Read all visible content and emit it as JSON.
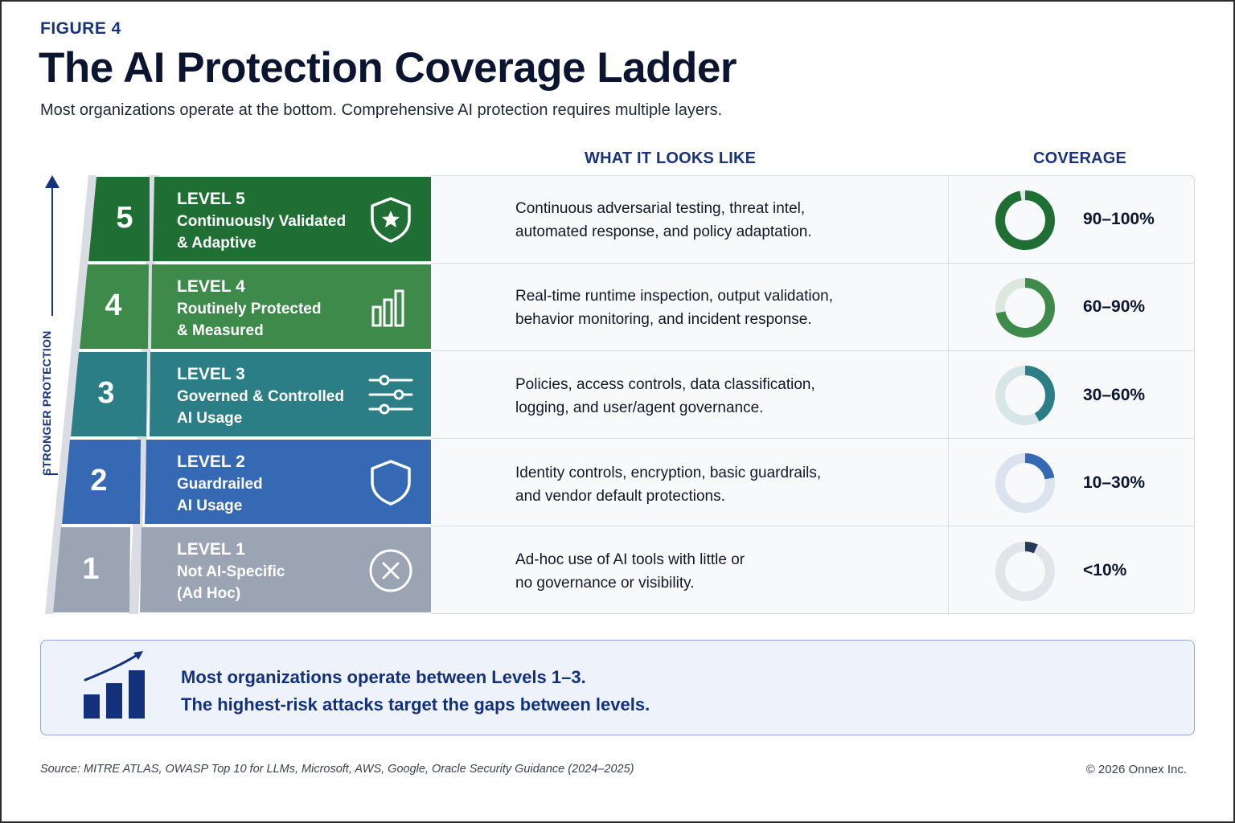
{
  "figure_label": "FIGURE 4",
  "title": "The AI Protection Coverage Ladder",
  "subtitle": "Most organizations operate at the bottom. Comprehensive AI protection requires multiple layers.",
  "axis_label": "STRONGER PROTECTION",
  "columns": {
    "what": "WHAT IT LOOKS LIKE",
    "coverage": "COVERAGE"
  },
  "levels": [
    {
      "number": "5",
      "id": "LEVEL 5",
      "name_line1": "Continuously Validated",
      "name_line2": "& Adaptive",
      "icon": "star-shield-icon",
      "desc_line1": "Continuous adversarial testing, threat intel,",
      "desc_line2": "automated response, and policy adaptation.",
      "coverage": "90–100%",
      "coverage_fraction": 0.97,
      "color": "#1f6f35",
      "track": "#dfe9e2"
    },
    {
      "number": "4",
      "id": "LEVEL 4",
      "name_line1": "Routinely Protected",
      "name_line2": "& Measured",
      "icon": "bar-chart-icon",
      "desc_line1": "Real-time runtime inspection, output validation,",
      "desc_line2": "behavior monitoring, and incident response.",
      "coverage": "60–90%",
      "coverage_fraction": 0.72,
      "color": "#3d8a4a",
      "track": "#dce8de"
    },
    {
      "number": "3",
      "id": "LEVEL 3",
      "name_line1": "Governed & Controlled",
      "name_line2": "AI Usage",
      "icon": "sliders-icon",
      "desc_line1": "Policies, access controls, data classification,",
      "desc_line2": "logging, and user/agent governance.",
      "coverage": "30–60%",
      "coverage_fraction": 0.42,
      "color": "#2b7e86",
      "track": "#d9e6e7"
    },
    {
      "number": "2",
      "id": "LEVEL 2",
      "name_line1": "Guardrailed",
      "name_line2": "AI Usage",
      "icon": "shield-icon",
      "desc_line1": "Identity controls, encryption, basic guardrails,",
      "desc_line2": "and vendor default protections.",
      "coverage": "10–30%",
      "coverage_fraction": 0.22,
      "color": "#3569b3",
      "track": "#dbe3ee"
    },
    {
      "number": "1",
      "id": "LEVEL 1",
      "name_line1": "Not AI-Specific",
      "name_line2": "(Ad Hoc)",
      "icon": "x-circle-icon",
      "desc_line1": "Ad-hoc use of AI tools with little or",
      "desc_line2": "no governance or visibility.",
      "coverage": "<10%",
      "coverage_fraction": 0.07,
      "color": "#223a57",
      "track": "#e1e4e8"
    }
  ],
  "callout": {
    "icon": "growth-chart-icon",
    "line1": "Most organizations operate between Levels 1–3.",
    "line2": "The highest-risk attacks target the gaps between levels."
  },
  "source": "Source: MITRE ATLAS, OWASP Top 10 for LLMs, Microsoft, AWS, Google, Oracle Security Guidance (2024–2025)",
  "copyright": "© 2026 Onnex Inc."
}
